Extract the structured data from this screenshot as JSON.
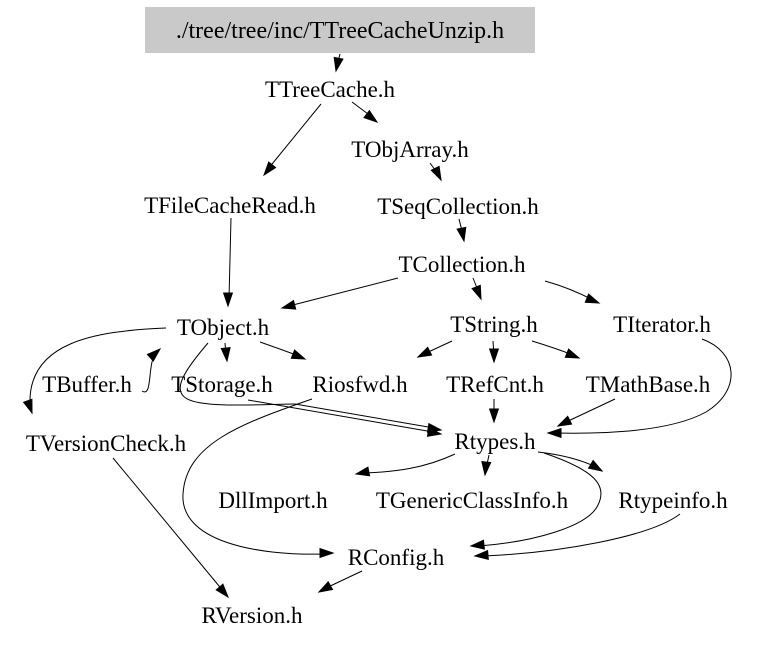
{
  "diagram": {
    "type": "include-dependency-graph",
    "title": "Include dependency graph for ./tree/tree/inc/TTreeCacheUnzip.h",
    "background_color": "#ffffff",
    "edge_color": "#000000",
    "text_color": "#000000",
    "root_fill_color": "#c9c9c9",
    "nodes": [
      {
        "id": "root",
        "label": "./tree/tree/inc/TTreeCacheUnzip.h",
        "root": true
      },
      {
        "id": "TTreeCache",
        "label": "TTreeCache.h"
      },
      {
        "id": "TObjArray",
        "label": "TObjArray.h"
      },
      {
        "id": "TFileCacheRead",
        "label": "TFileCacheRead.h"
      },
      {
        "id": "TSeqCollection",
        "label": "TSeqCollection.h"
      },
      {
        "id": "TCollection",
        "label": "TCollection.h"
      },
      {
        "id": "TObject",
        "label": "TObject.h"
      },
      {
        "id": "TString",
        "label": "TString.h"
      },
      {
        "id": "TIterator",
        "label": "TIterator.h"
      },
      {
        "id": "TBuffer",
        "label": "TBuffer.h"
      },
      {
        "id": "TStorage",
        "label": "TStorage.h"
      },
      {
        "id": "Riosfwd",
        "label": "Riosfwd.h"
      },
      {
        "id": "TRefCnt",
        "label": "TRefCnt.h"
      },
      {
        "id": "TMathBase",
        "label": "TMathBase.h"
      },
      {
        "id": "TVersionCheck",
        "label": "TVersionCheck.h"
      },
      {
        "id": "Rtypes",
        "label": "Rtypes.h"
      },
      {
        "id": "DllImport",
        "label": "DllImport.h"
      },
      {
        "id": "TGenericClassInfo",
        "label": "TGenericClassInfo.h"
      },
      {
        "id": "Rtypeinfo",
        "label": "Rtypeinfo.h"
      },
      {
        "id": "RConfig",
        "label": "RConfig.h"
      },
      {
        "id": "RVersion",
        "label": "RVersion.h"
      }
    ],
    "edges": [
      {
        "from": "root",
        "to": "TTreeCache"
      },
      {
        "from": "TTreeCache",
        "to": "TFileCacheRead"
      },
      {
        "from": "TTreeCache",
        "to": "TObjArray"
      },
      {
        "from": "TObjArray",
        "to": "TSeqCollection"
      },
      {
        "from": "TSeqCollection",
        "to": "TCollection"
      },
      {
        "from": "TFileCacheRead",
        "to": "TObject"
      },
      {
        "from": "TCollection",
        "to": "TObject"
      },
      {
        "from": "TCollection",
        "to": "TString"
      },
      {
        "from": "TCollection",
        "to": "TIterator"
      },
      {
        "from": "TObject",
        "to": "TStorage"
      },
      {
        "from": "TObject",
        "to": "Riosfwd"
      },
      {
        "from": "TObject",
        "to": "TVersionCheck"
      },
      {
        "from": "TObject",
        "to": "Rtypes"
      },
      {
        "from": "TBuffer",
        "to": "TObject"
      },
      {
        "from": "TStorage",
        "to": "Rtypes"
      },
      {
        "from": "Riosfwd",
        "to": "RConfig"
      },
      {
        "from": "TString",
        "to": "Riosfwd"
      },
      {
        "from": "TString",
        "to": "TRefCnt"
      },
      {
        "from": "TString",
        "to": "TMathBase"
      },
      {
        "from": "TRefCnt",
        "to": "Rtypes"
      },
      {
        "from": "TMathBase",
        "to": "Rtypes"
      },
      {
        "from": "TIterator",
        "to": "Rtypes"
      },
      {
        "from": "Rtypes",
        "to": "DllImport"
      },
      {
        "from": "Rtypes",
        "to": "TGenericClassInfo"
      },
      {
        "from": "Rtypes",
        "to": "Rtypeinfo"
      },
      {
        "from": "Rtypes",
        "to": "RConfig"
      },
      {
        "from": "Rtypeinfo",
        "to": "RConfig"
      },
      {
        "from": "RConfig",
        "to": "RVersion"
      },
      {
        "from": "TVersionCheck",
        "to": "RVersion"
      }
    ]
  }
}
